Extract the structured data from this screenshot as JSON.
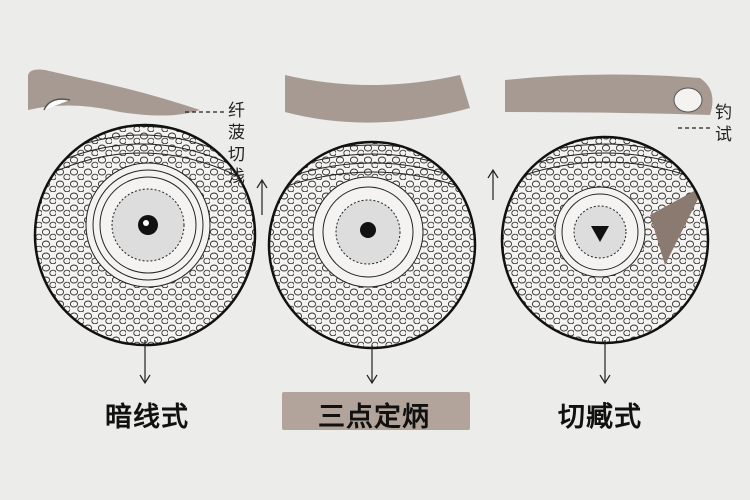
{
  "colors": {
    "background": "#ececea",
    "lid": "#a79a93",
    "highlight_box": "#b3a49b",
    "ink": "#1a1a1a"
  },
  "annotations": {
    "left": [
      "纤菠",
      "切浅"
    ],
    "right": [
      "钓",
      "试"
    ]
  },
  "labels": [
    "暗线式",
    "三点定炳",
    "切臧式"
  ]
}
